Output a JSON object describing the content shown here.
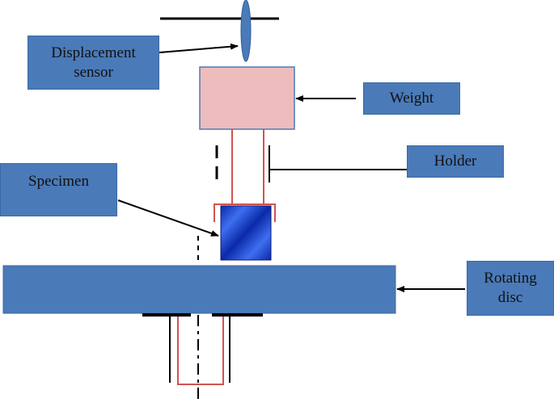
{
  "labels": {
    "displacement_sensor": "Displacement\nsensor",
    "weight": "Weight",
    "holder": "Holder",
    "specimen": "Specimen",
    "rotating_disc": "Rotating\ndisc"
  },
  "colors": {
    "label_box": "#4a7ab8",
    "weight_block": "#efbcbd",
    "holder": "#d2534f",
    "specimen_dark": "#0a2aa8",
    "specimen_light": "#3f6ef0",
    "disc": "#4a7ab8",
    "sensor": "#4a7ab8",
    "line": "#000000"
  }
}
